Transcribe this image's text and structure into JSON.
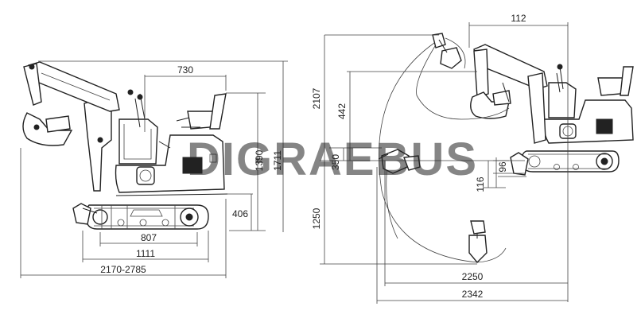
{
  "watermark": {
    "text": "DIGRAEBUS",
    "color": "#9fc3e0"
  },
  "side_view": {
    "dims": {
      "top_width": "730",
      "cab_height": "1390",
      "overall_height": "1711",
      "ground_clearance": "406",
      "track_length_inner": "807",
      "track_length": "1111",
      "overall_length": "2170-2785"
    }
  },
  "working_range": {
    "dims": {
      "tail_offset": "112",
      "max_dig_height": "2107",
      "dump_height": "442",
      "blade_lift": "350",
      "blade_top": "96",
      "blade_depth": "116",
      "max_dig_depth": "1250",
      "reach_ground": "2250",
      "max_reach": "2342"
    }
  }
}
